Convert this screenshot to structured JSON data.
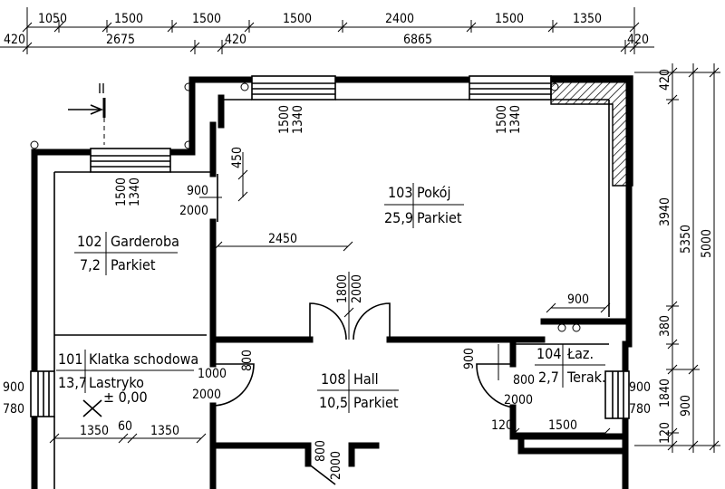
{
  "dimensions": {
    "top_row1": [
      "1050",
      "1500",
      "1500",
      "1500",
      "2400",
      "1500",
      "1350"
    ],
    "top_row2": [
      "420",
      "2675",
      "420",
      "6865",
      "420"
    ],
    "right_col1": [
      "420",
      "3940",
      "380",
      "1840",
      "120"
    ],
    "right_col2": [
      "5350",
      "900"
    ],
    "right_col3": [
      "5000"
    ],
    "window_top_left": [
      "1500",
      "1340"
    ],
    "window_top_right": [
      "1500",
      "1340"
    ],
    "window_garderoba": [
      "1500",
      "1340"
    ],
    "wall_450": "450",
    "door_garderoba": [
      "900",
      "2000"
    ],
    "span_2450": "2450",
    "door_main": [
      "1800",
      "2000"
    ],
    "span_900_right": "900",
    "door_klatka": [
      "800",
      "1000",
      "2000"
    ],
    "window_left": [
      "900",
      "780"
    ],
    "stair_dims": [
      "1350",
      "60",
      "1350"
    ],
    "door_bottom": [
      "800",
      "2000"
    ],
    "door_lazienka_900": "900",
    "door_lazienka": [
      "800",
      "2000"
    ],
    "lazienka_dims": [
      "120",
      "1500"
    ],
    "window_right": [
      "900",
      "780"
    ]
  },
  "section_marker": "II",
  "rooms": [
    {
      "number": "103",
      "name": "Pokój",
      "area": "25,9",
      "finish": "Parkiet"
    },
    {
      "number": "102",
      "name": "Garderoba",
      "area": "7,2",
      "finish": "Parkiet"
    },
    {
      "number": "101",
      "name": "Klatka schodowa",
      "area": "13,7",
      "finish": "Lastryko"
    },
    {
      "number": "108",
      "name": "Hall",
      "area": "10,5",
      "finish": "Parkiet"
    },
    {
      "number": "104",
      "name": "Łaz.",
      "area": "2,7",
      "finish": "Terak."
    }
  ],
  "level_mark": "± 0,00"
}
